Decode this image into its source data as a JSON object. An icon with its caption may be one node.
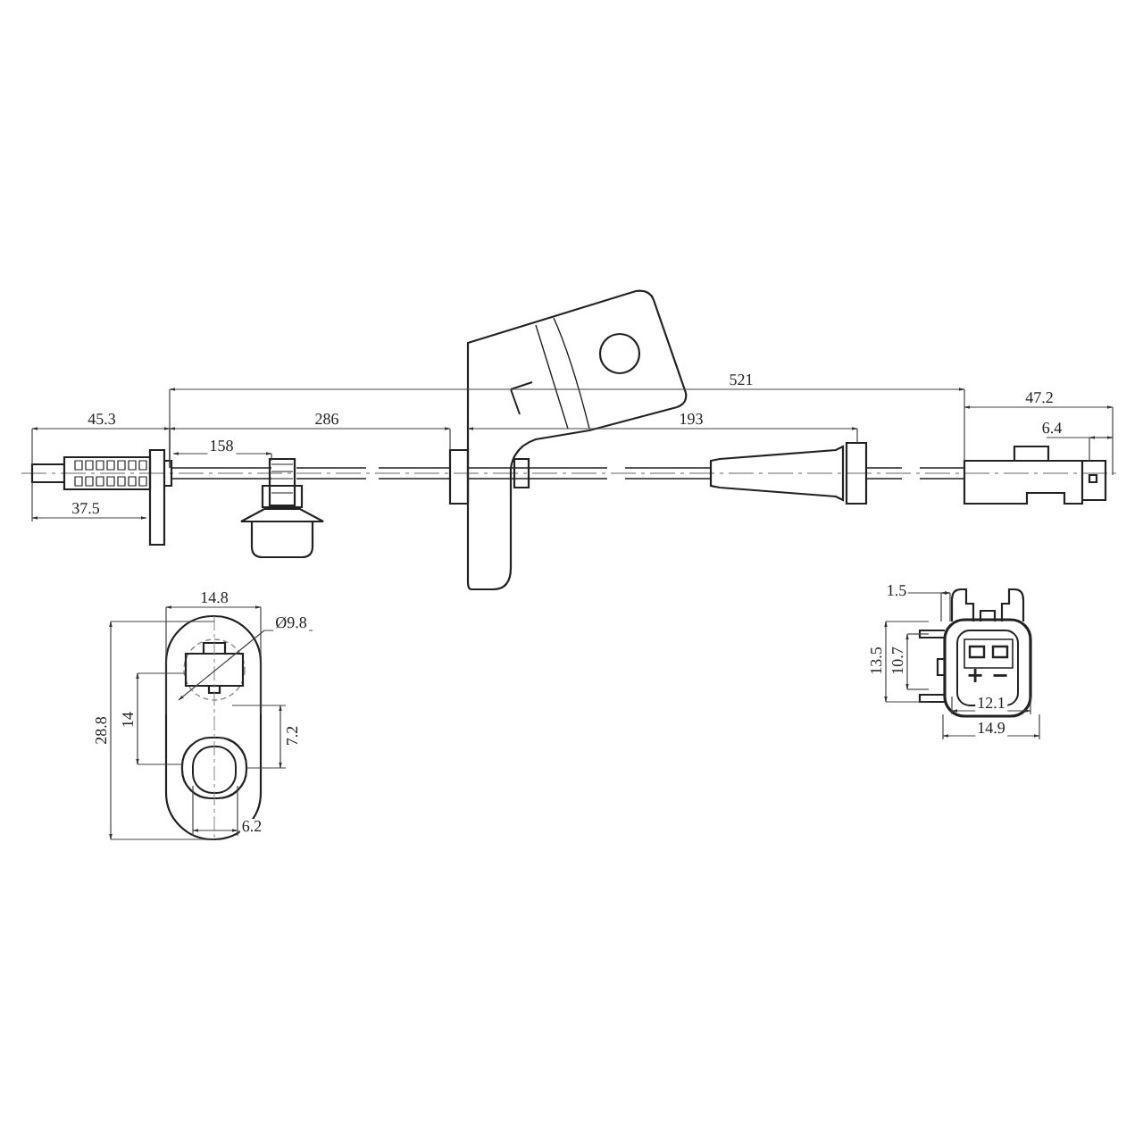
{
  "diagram": {
    "labels": [
      "45.3",
      "286",
      "521",
      "158",
      "193",
      "47.2",
      "6.4",
      "37.5",
      "14.8",
      "Ø9.8",
      "28.8",
      "14",
      "7.2",
      "6.2",
      "1.5",
      "13.5",
      "10.7",
      "+",
      "−",
      "12.1",
      "14.9"
    ]
  }
}
